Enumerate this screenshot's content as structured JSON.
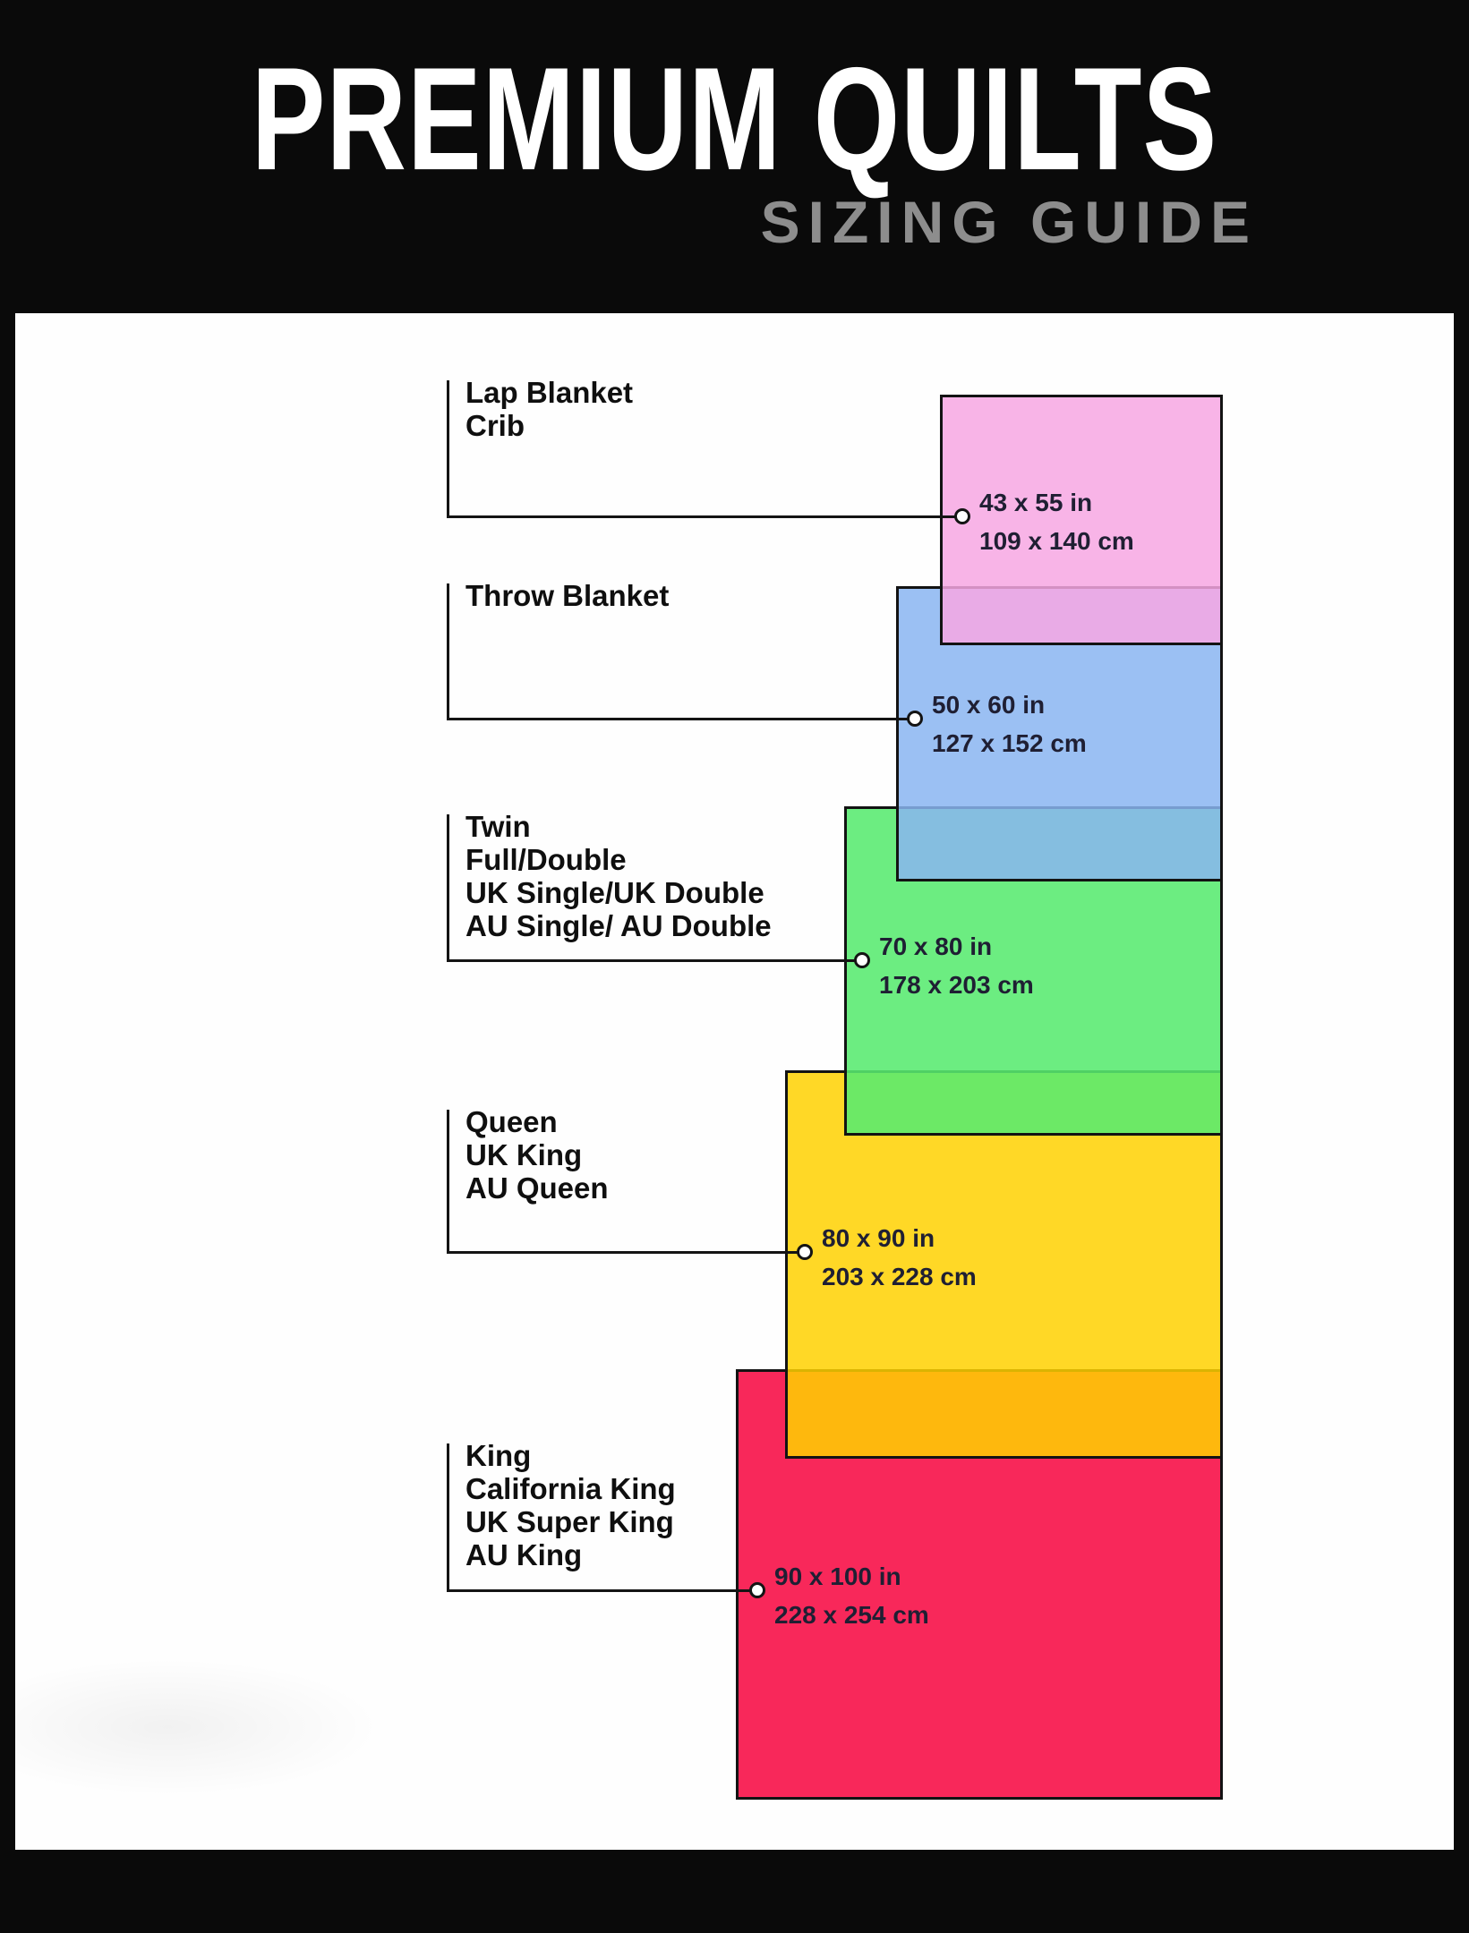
{
  "header": {
    "title": "PREMIUM QUILTS",
    "subtitle": "SIZING GUIDE"
  },
  "colors": {
    "background": "#0a0a0a",
    "panel": "#fefefe",
    "subtitle_gray": "#8d8d8d",
    "outline": "#131313"
  },
  "diagram": {
    "sizes": [
      {
        "name": "lap-blanket-crib",
        "labels": [
          "Lap Blanket",
          "Crib"
        ],
        "size_in": "43 x 55 in",
        "size_cm": "109 x 140 cm",
        "fill": "rgba(247,167,227,0.85)"
      },
      {
        "name": "throw-blanket",
        "labels": [
          "Throw Blanket"
        ],
        "size_in": "50 x 60 in",
        "size_cm": "127 x 152 cm",
        "fill": "rgba(138,181,241,0.85)"
      },
      {
        "name": "twin-full-double",
        "labels": [
          "Twin",
          "Full/Double",
          "UK Single/UK Double",
          "AU Single/ AU Double"
        ],
        "size_in": "70 x 80 in",
        "size_cm": "178 x 203 cm",
        "fill": "rgba(88,235,112,0.88)"
      },
      {
        "name": "queen",
        "labels": [
          "Queen",
          "UK King",
          "AU Queen"
        ],
        "size_in": "80 x 90 in",
        "size_cm": "203 x 228 cm",
        "fill": "rgba(255,209,0,0.85)"
      },
      {
        "name": "king",
        "labels": [
          "King",
          "California King",
          "UK Super King",
          "AU King"
        ],
        "size_in": "90 x 100 in",
        "size_cm": "228 x 254 cm",
        "fill": "#f8285a"
      }
    ]
  }
}
